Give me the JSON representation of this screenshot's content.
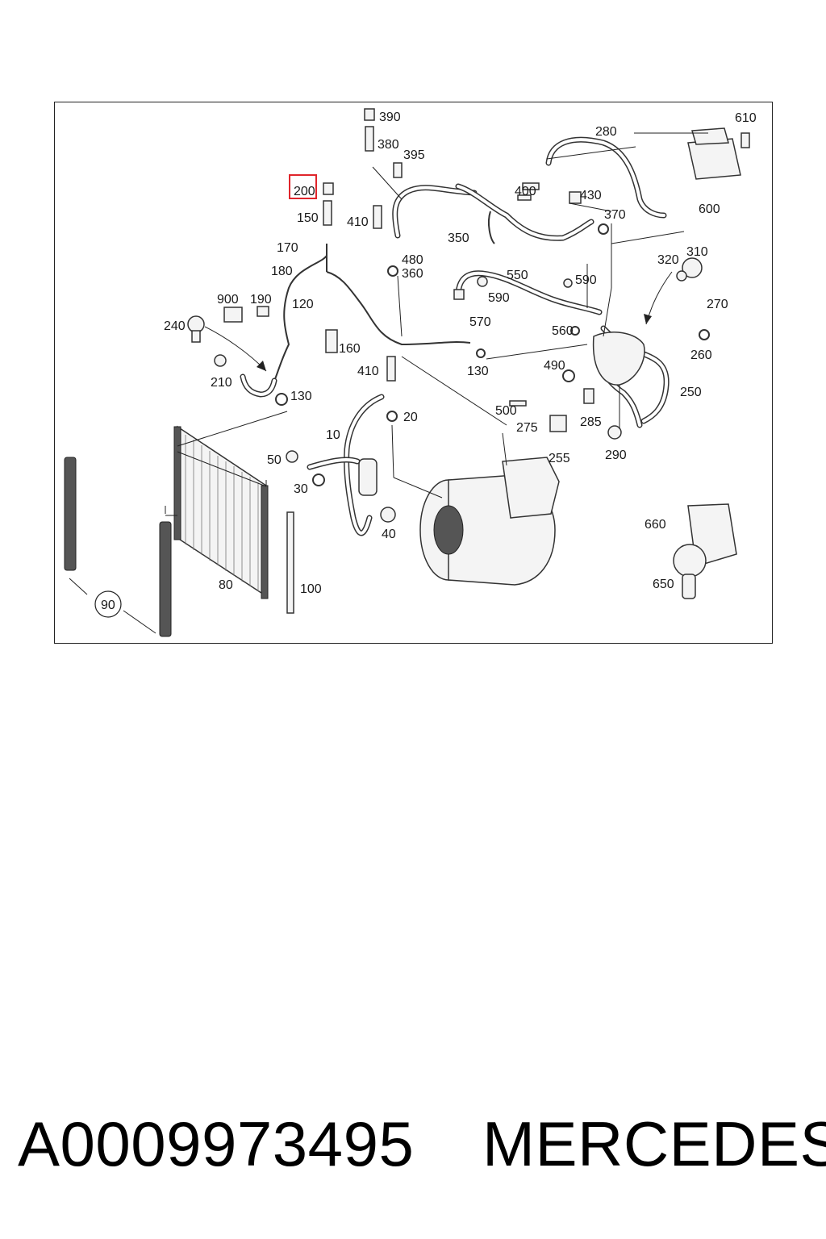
{
  "diagram": {
    "highlighted_label": "200",
    "labels": [
      "390",
      "380",
      "395",
      "200",
      "150",
      "410",
      "480",
      "360",
      "350",
      "400",
      "430",
      "370",
      "280",
      "610",
      "600",
      "170",
      "180",
      "900",
      "190",
      "120",
      "240",
      "210",
      "160",
      "410",
      "130",
      "550",
      "590",
      "590",
      "570",
      "130",
      "560",
      "490",
      "320",
      "310",
      "270",
      "260",
      "250",
      "500",
      "275",
      "285",
      "255",
      "290",
      "10",
      "20",
      "50",
      "30",
      "40",
      "80",
      "100",
      "90",
      "660",
      "650"
    ]
  },
  "footer": {
    "part_number": "A0009973495",
    "brand": "MERCEDES"
  }
}
